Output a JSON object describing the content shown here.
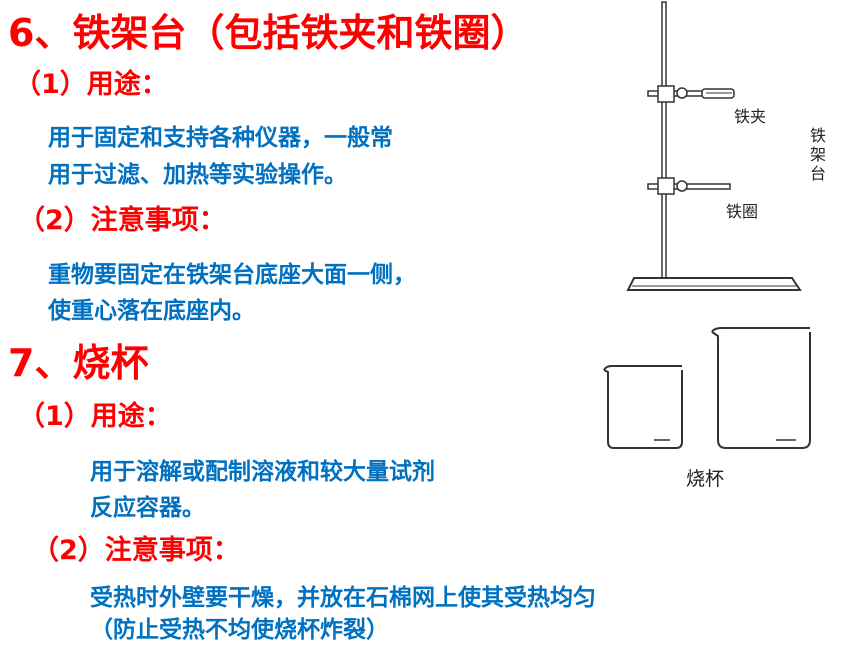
{
  "section6": {
    "title": "6、铁架台（包括铁夹和铁圈）",
    "usage_heading": "（1）用途：",
    "usage_line1": "用于固定和支持各种仪器，一般常",
    "usage_line2": "用于过滤、加热等实验操作。",
    "notes_heading": "（2）注意事项：",
    "notes_line1": "重物要固定在铁架台底座大面一侧，",
    "notes_line2": "使重心落在底座内。"
  },
  "section7": {
    "title": "7、烧杯",
    "usage_heading": "（1）用途：",
    "usage_line1": "用于溶解或配制溶液和较大量试剂",
    "usage_line2": "反应容器。",
    "notes_heading": "（2）注意事项：",
    "notes_line1": "受热时外壁要干燥，并放在石棉网上使其受热均匀",
    "notes_line2": "（防止受热不均使烧杯炸裂）"
  },
  "figure_stand": {
    "clamp_label": "铁夹",
    "ring_label": "铁圈",
    "stand_label_1": "铁",
    "stand_label_2": "架",
    "stand_label_3": "台"
  },
  "figure_beaker": {
    "label": "烧杯"
  },
  "colors": {
    "heading": "#ff0000",
    "body": "#0070c0"
  }
}
